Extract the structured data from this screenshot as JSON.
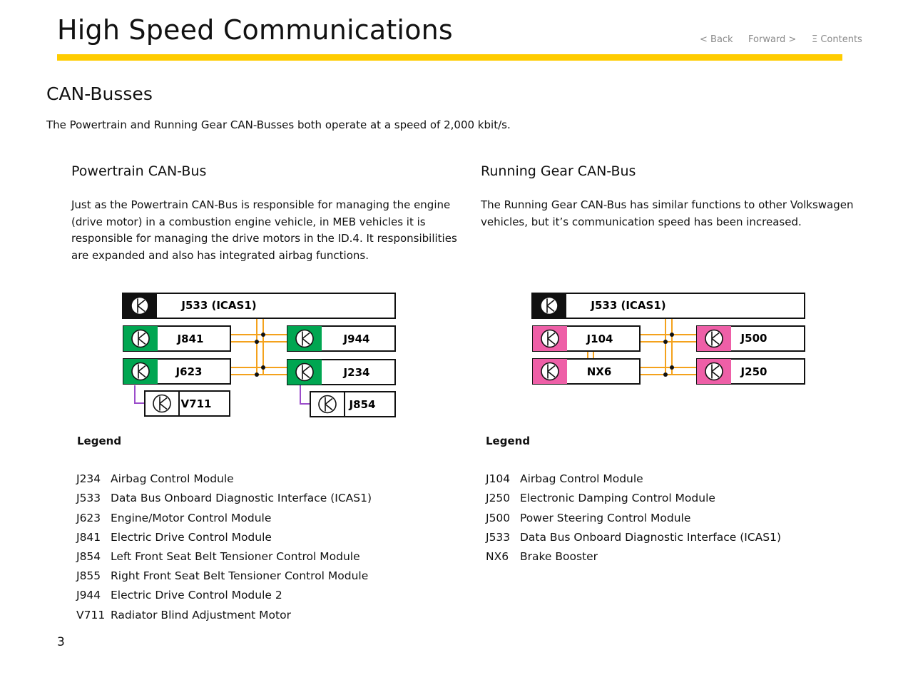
{
  "header": {
    "title": "High Speed Communications",
    "nav": {
      "back": "< Back",
      "forward": "Forward >",
      "contents": "Ξ Contents"
    },
    "accent_color": "#ffcc00"
  },
  "section": {
    "title": "CAN-Busses",
    "intro": "The Powertrain and Running Gear CAN-Busses both operate at a speed of 2,000 kbit/s."
  },
  "powertrain": {
    "title": "Powertrain CAN-Bus",
    "lines": [
      "Just as the Powertrain CAN-Bus is responsible for managing the engine",
      "(drive motor) in a combustion engine vehicle, in MEB vehicles it is",
      "responsible for managing the drive motors in the ID.4.  It responsibilities",
      "are expanded and also has integrated airbag functions."
    ],
    "diagram": {
      "gateway": "J533 (ICAS1)",
      "modules": [
        "J841",
        "J944",
        "J623",
        "J234",
        "V711",
        "J854"
      ],
      "module_color": "#00a651",
      "bus_color": "#f4a21c",
      "sub_link_color": "#9b4dca"
    },
    "legend_title": "Legend",
    "legend": [
      {
        "code": "J234",
        "desc": "Airbag Control Module"
      },
      {
        "code": "J533",
        "desc": "Data Bus Onboard Diagnostic Interface (ICAS1)"
      },
      {
        "code": "J623",
        "desc": "Engine/Motor Control Module"
      },
      {
        "code": "J841",
        "desc": "Electric Drive Control Module"
      },
      {
        "code": "J854",
        "desc": "Left Front Seat Belt Tensioner Control Module"
      },
      {
        "code": "J855",
        "desc": "Right Front Seat Belt Tensioner Control Module"
      },
      {
        "code": "J944",
        "desc": "Electric Drive Control Module 2"
      },
      {
        "code": "V711",
        "desc": "Radiator Blind Adjustment Motor"
      }
    ]
  },
  "running_gear": {
    "title": "Running Gear CAN-Bus",
    "lines": [
      "The Running Gear CAN-Bus has similar functions to other Volkswagen",
      "vehicles, but it’s communication speed has been increased."
    ],
    "diagram": {
      "gateway": "J533 (ICAS1)",
      "modules": [
        "J104",
        "J500",
        "NX6",
        "J250"
      ],
      "module_color": "#ee5fa7",
      "bus_color": "#f4a21c"
    },
    "legend_title": "Legend",
    "legend": [
      {
        "code": "J104",
        "desc": "Airbag Control Module"
      },
      {
        "code": "J250",
        "desc": "Electronic Damping Control Module"
      },
      {
        "code": "J500",
        "desc": "Power Steering Control Module"
      },
      {
        "code": "J533",
        "desc": "Data Bus Onboard Diagnostic Interface (ICAS1)"
      },
      {
        "code": "NX6",
        "desc": "Brake Booster"
      }
    ]
  },
  "page_number": "3"
}
